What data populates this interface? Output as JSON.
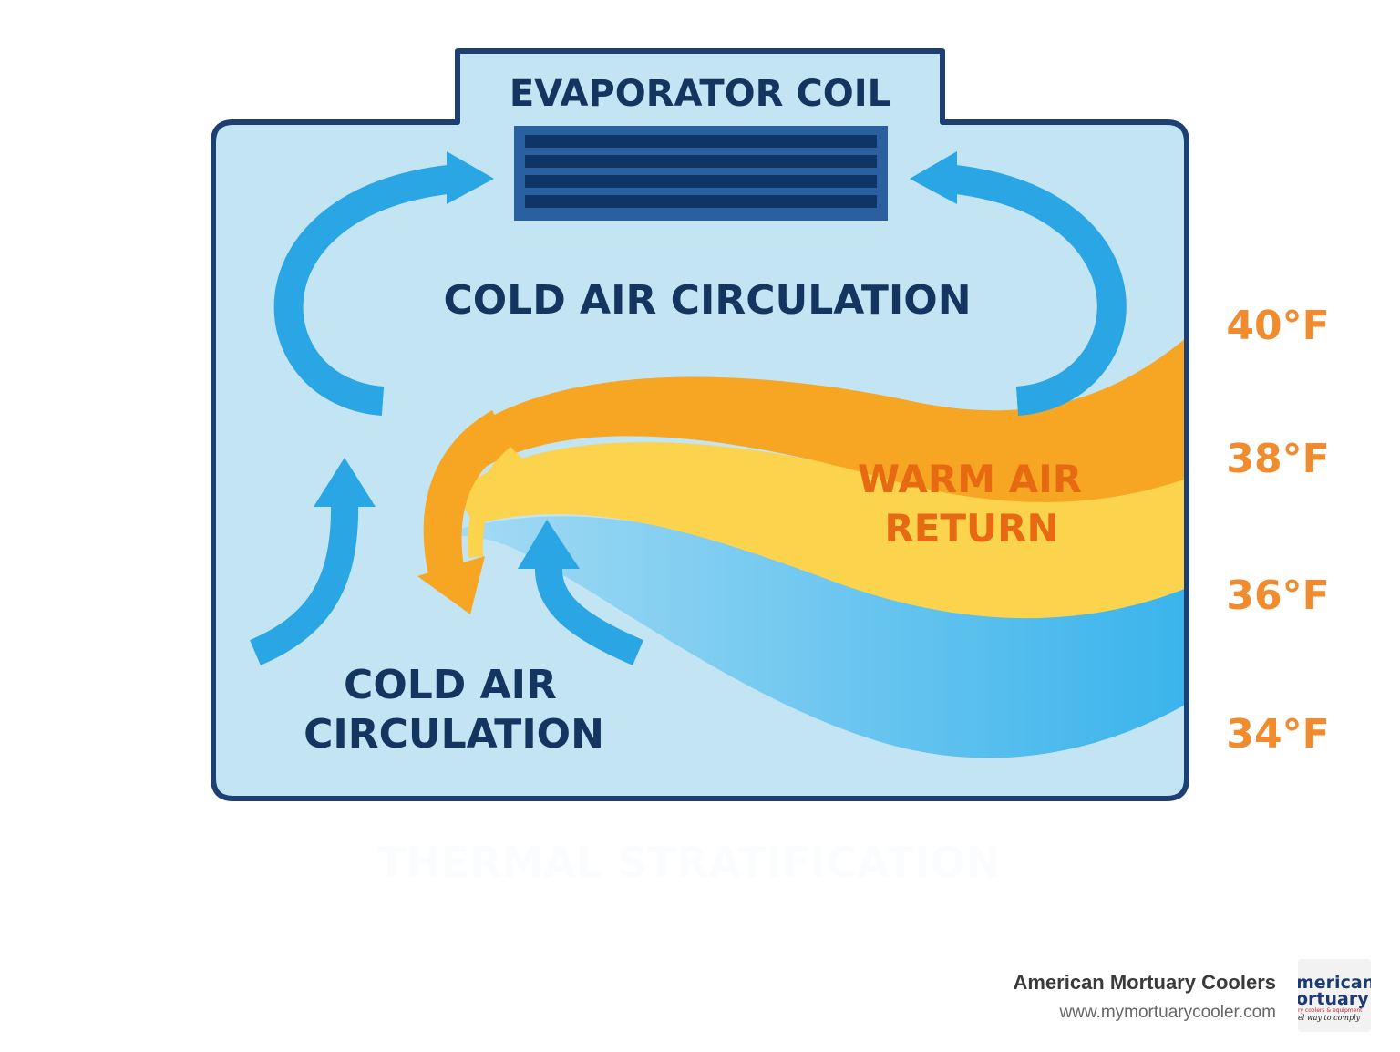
{
  "diagram": {
    "coil_label": "EVAPORATOR COIL",
    "cold_air_top": "COLD AIR CIRCULATION",
    "cold_air_bottom_line1": "COLD AIR",
    "cold_air_bottom_line2": "CIRCULATION",
    "warm_air_line1": "WARM AIR",
    "warm_air_line2": "RETURN",
    "temperatures": [
      "40°F",
      "38°F",
      "36°F",
      "34°F"
    ],
    "faint_caption": "THERMAL STRATIFICATION"
  },
  "colors": {
    "outline": "#1d3f73",
    "chamber_fill": "#c3e4f3",
    "coil_dark": "#0f3566",
    "coil_frame": "#2a5fa0",
    "arrow_blue": "#29a6e3",
    "warm_orange": "#f6a623",
    "warm_yellow": "#fcd34d",
    "cold_band": "#5bc0f0",
    "label_navy": "#133560",
    "warm_text": "#e76a12",
    "temp_orange": "#f08c2e"
  },
  "footer": {
    "company": "American Mortuary Coolers",
    "website": "www.mymortuarycooler.com",
    "logo_line1": "merican",
    "logo_line2": "ortuary",
    "logo_line3": "ry coolers & equipment",
    "logo_line4": "el way to comply"
  }
}
